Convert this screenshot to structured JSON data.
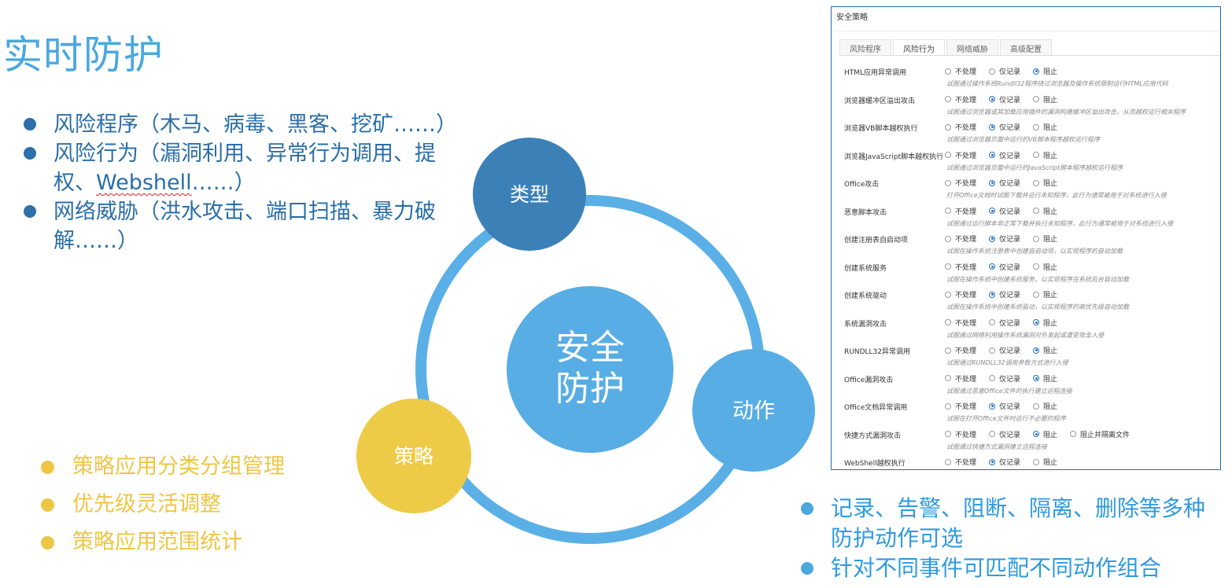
{
  "title": "实时防护",
  "risk_bullets": [
    "风险程序（木马、病毒、黑客、挖矿……）",
    "风险行为（漏洞利用、异常行为调用、提权、",
    "Webshell",
    "……）",
    "网络威胁（洪水攻击、端口扫描、暴力破解……）"
  ],
  "diagram": {
    "center": [
      "安全",
      "防护"
    ],
    "type_label": "类型",
    "action_label": "动作",
    "policy_label": "策略",
    "colors": {
      "ring": "#5ab0e6",
      "center": "#57ade4",
      "type": "#3c80b8",
      "action": "#57ade4",
      "policy": "#eecb46"
    }
  },
  "policy_bullets": [
    "策略应用分类分组管理",
    "优先级灵活调整",
    "策略应用范围统计"
  ],
  "action_bullets": [
    "记录、告警、阻断、隔离、删除等多种防护动作可选",
    "针对不同事件可匹配不同动作组合"
  ],
  "panel": {
    "title": "安全策略",
    "tabs": [
      "风险程序",
      "风险行为",
      "网络威胁",
      "高级配置"
    ],
    "active_tab": 1,
    "options": [
      "不处理",
      "仅记录",
      "阻止",
      "阻止并隔离文件"
    ],
    "rows": [
      {
        "name": "HTML应用异常调用",
        "selected": 2,
        "desc": "试图通过操作系统Rundll32程序绕过浏览器及操作系统限制运行HTML应用代码"
      },
      {
        "name": "浏览器缓冲区溢出攻击",
        "selected": 1,
        "desc": "试图通过浏览器或其加载应用插件的漏洞构建缓冲区溢出攻击，从而越权运行相关程序"
      },
      {
        "name": "浏览器VB脚本越权执行",
        "selected": 1,
        "desc": "试图通过浏览器页面中运行的VB脚本程序越权运行程序"
      },
      {
        "name": "浏览器JavaScript脚本越权执行",
        "selected": 1,
        "desc": "试图通过浏览器页面中运行的JavaScript脚本程序越权运行程序"
      },
      {
        "name": "Office攻击",
        "selected": 1,
        "desc": "打开Office文档时试图下载并运行未知程序，此行为通常被用于对系统进行入侵"
      },
      {
        "name": "恶意脚本攻击",
        "selected": 1,
        "desc": "试图通过运行脚本非正常下载并执行未知程序，此行为通常被用于对系统进行入侵"
      },
      {
        "name": "创建注册表自启动项",
        "selected": 1,
        "desc": "试图在操作系统注册表中创建自启动项，以实现程序的自动加载"
      },
      {
        "name": "创建系统服务",
        "selected": 1,
        "desc": "试图在操作系统中创建系统服务，以实现程序在系统后台自动加载"
      },
      {
        "name": "创建系统驱动",
        "selected": 1,
        "desc": "试图在操作系统中创建系统驱动，以实现程序的高优先级自动加载"
      },
      {
        "name": "系统漏洞攻击",
        "selected": 2,
        "desc": "试图通过网络利用操作系统漏洞对外发起或遭受攻击入侵"
      },
      {
        "name": "RUNDLL32异常调用",
        "selected": 2,
        "desc": "试图通过RUNDLL32调用参数方式进行入侵"
      },
      {
        "name": "Office漏洞攻击",
        "selected": 2,
        "desc": "试图通过恶意Office文件的执行建立远程连接"
      },
      {
        "name": "Office文档异常调用",
        "selected": 1,
        "desc": "试图在打开Office文件时运行不必要的程序"
      },
      {
        "name": "快捷方式漏洞攻击",
        "selected": 2,
        "desc": "试图通过快捷方式漏洞建立远程连接",
        "extra": true
      },
      {
        "name": "WebShell越权执行",
        "selected": 1,
        "desc": ""
      }
    ]
  }
}
